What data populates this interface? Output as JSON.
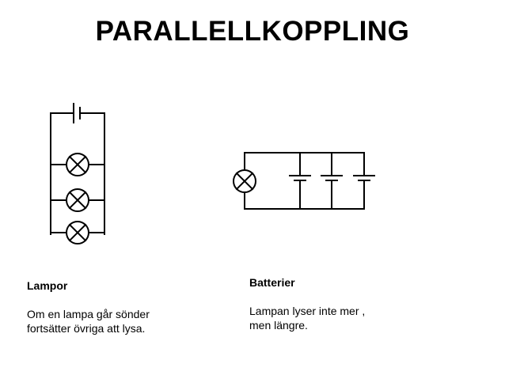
{
  "slide": {
    "title": "PARALLELLKOPPLING"
  },
  "left_panel": {
    "heading": "Lampor",
    "text": "Om en lampa går sönder\nfortsätter övriga att lysa."
  },
  "right_panel": {
    "heading": "Batterier",
    "text": "Lampan lyser inte mer  ,\nmen längre."
  },
  "diagrams": [
    {
      "kind": "circuit",
      "components": {
        "batteries": 1,
        "lamps": 3
      },
      "arrangement": "lamps in parallel"
    },
    {
      "kind": "circuit",
      "components": {
        "batteries": 3,
        "lamps": 1
      },
      "arrangement": "batteries in parallel"
    }
  ]
}
